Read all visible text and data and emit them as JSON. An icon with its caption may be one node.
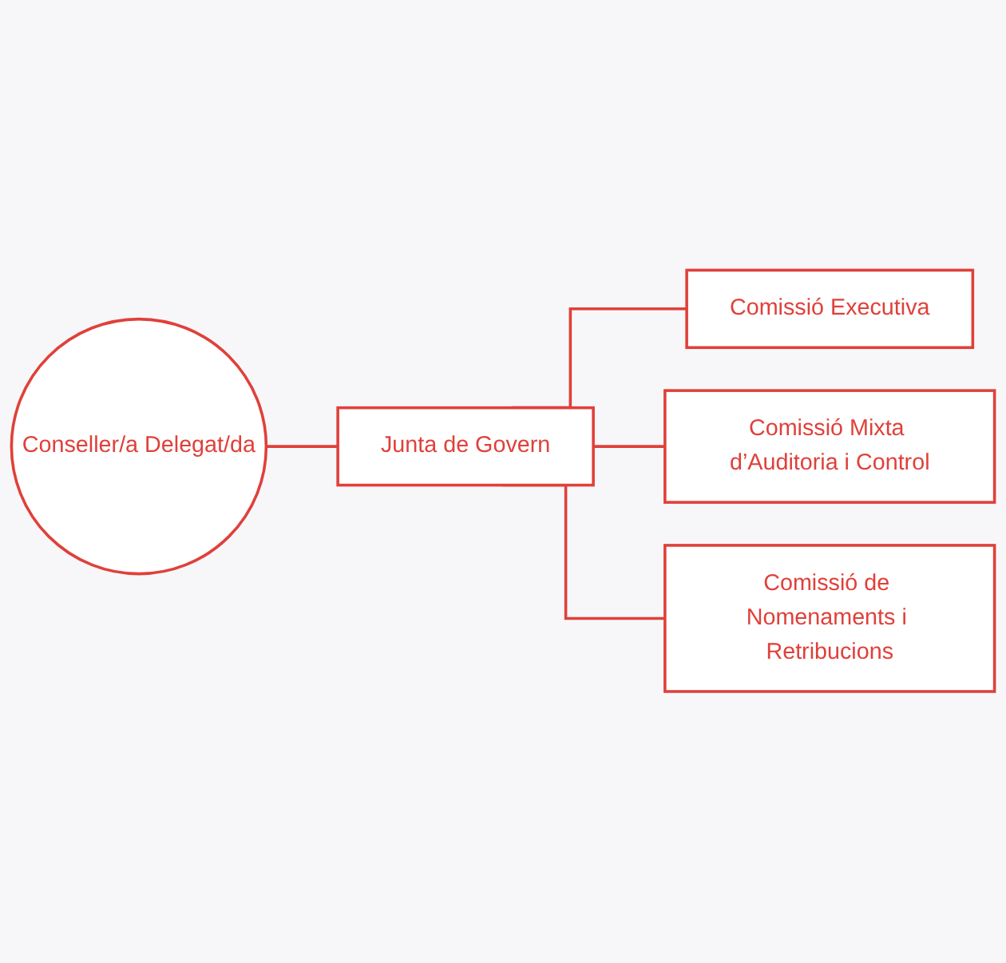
{
  "diagram": {
    "nodes": [
      {
        "text": [
          "Conseller/a Delegat/da"
        ]
      },
      {
        "text": [
          "Junta de Govern"
        ]
      },
      {
        "text": [
          "Comissió Executiva"
        ]
      },
      {
        "text": [
          "Comissió Mixta d’Auditoria i Control"
        ]
      },
      {
        "text": [
          "Comissió de Nomenaments i Retribucions"
        ]
      }
    ],
    "edges": [
      {
        "from": 0,
        "to": 1,
        "arrow": "none"
      },
      {
        "from": 1,
        "to": 2,
        "arrow": "none"
      },
      {
        "from": 1,
        "to": 3,
        "arrow": "none"
      },
      {
        "from": 1,
        "to": 4,
        "arrow": "none"
      }
    ]
  }
}
